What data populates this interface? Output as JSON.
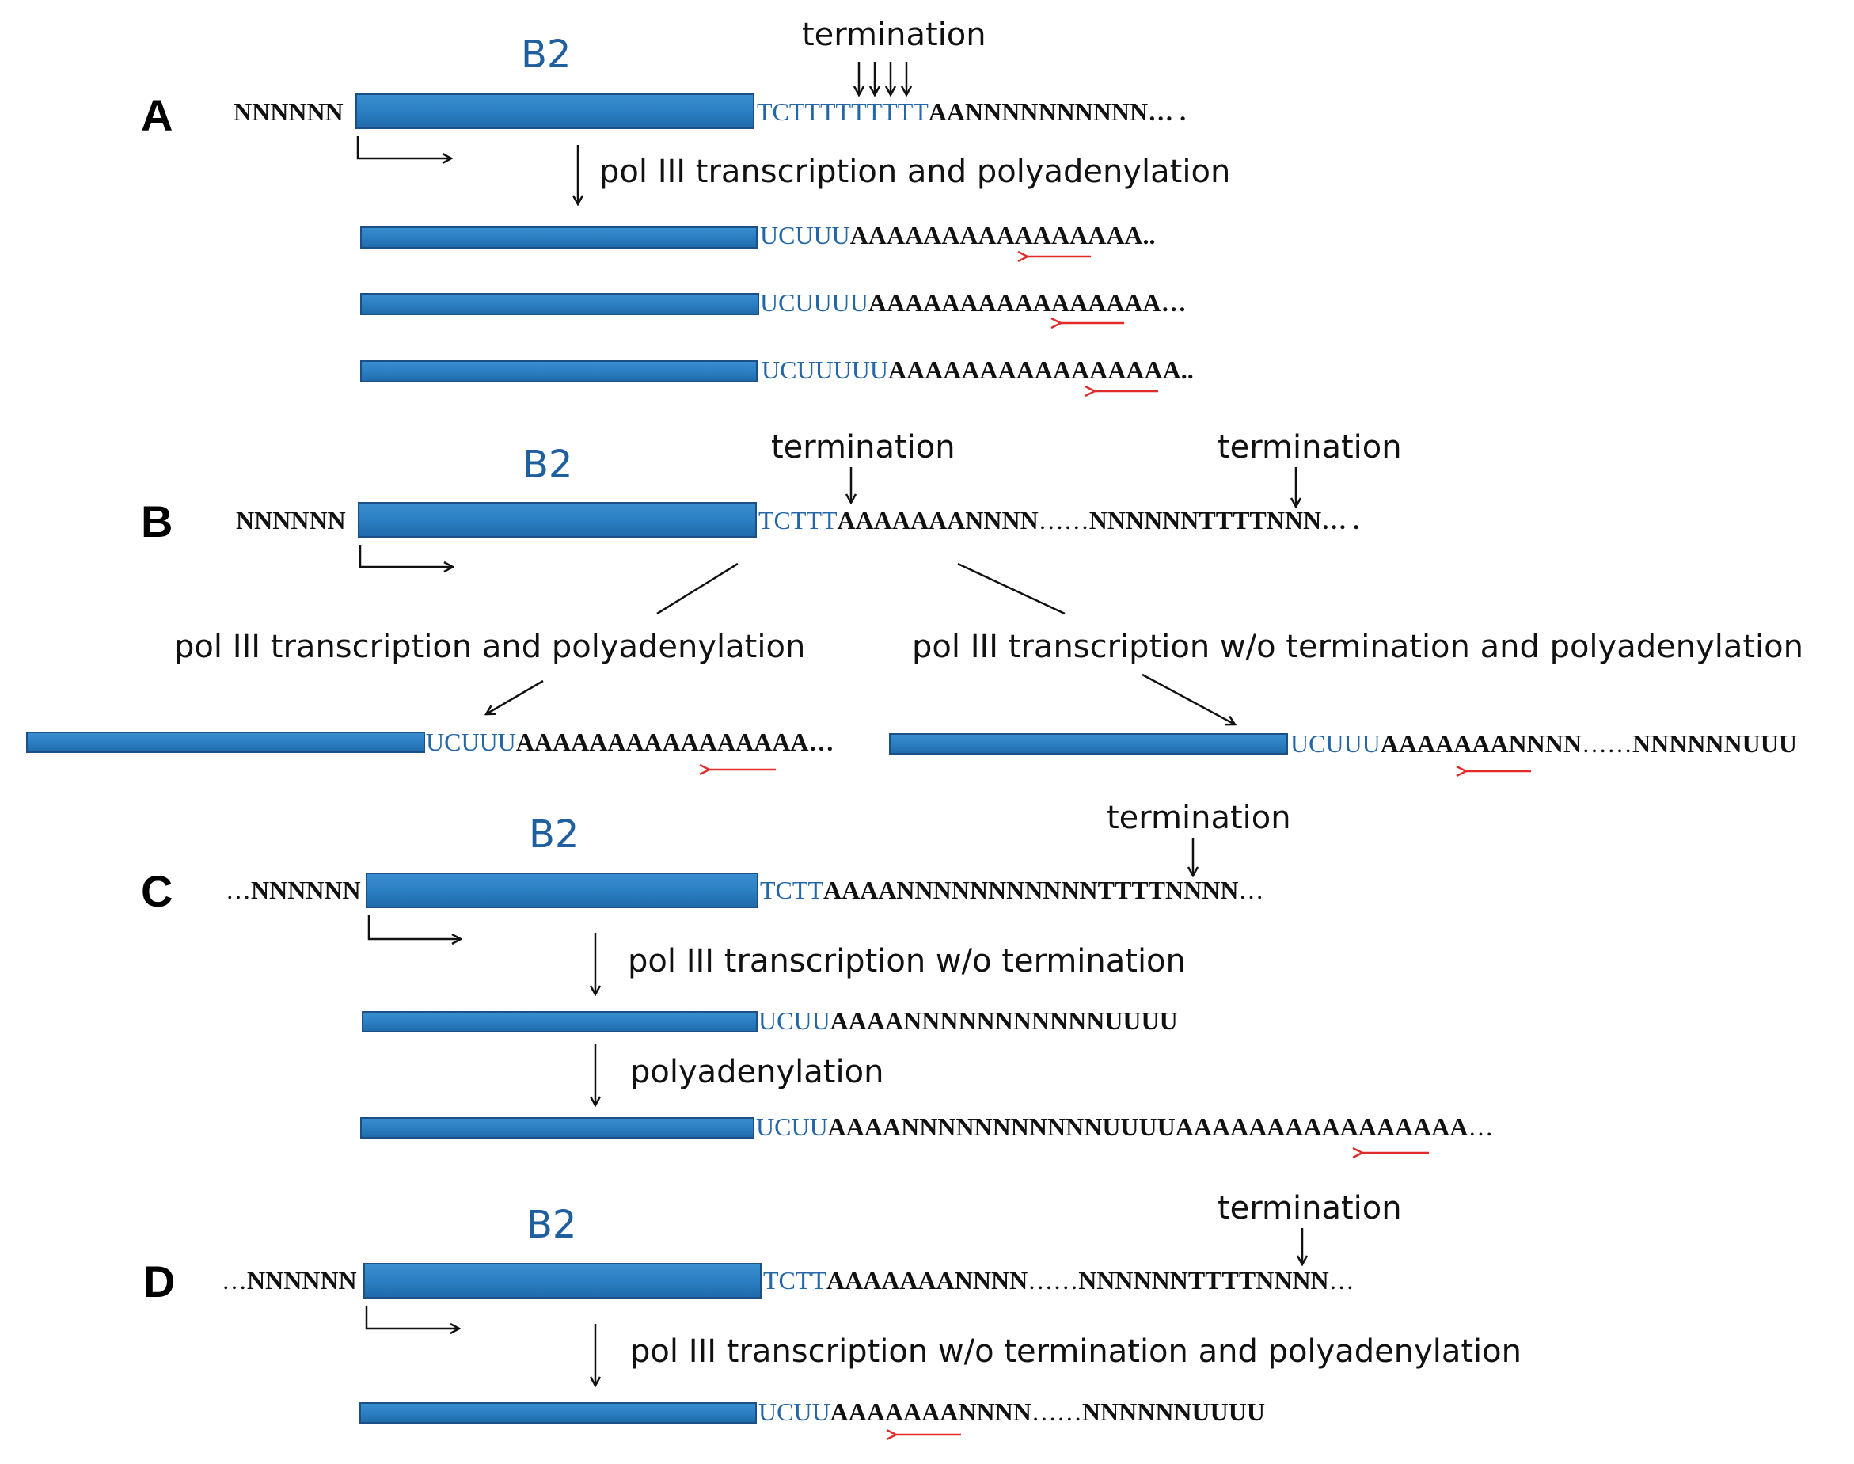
{
  "colors": {
    "element_bar": "#2b7fc3",
    "element_bar_edge": "#1b4f85",
    "blue_text": "#2466a6",
    "primer_arrow": "#e32b2b"
  },
  "element_label": "B2",
  "labels": {
    "termination": "termination",
    "pol3_polyA": "pol III transcription and polyadenylation",
    "pol3_no_term_polyA": "pol III transcription w/o termination and polyadenylation",
    "pol3_no_term": "pol III transcription w/o termination",
    "polyadenylation": "polyadenylation"
  },
  "panels": {
    "A": {
      "letter": "A",
      "genomic": {
        "left": "NNNNNN",
        "blue": "TCTTTTTTTTT",
        "right": "AANNNNNNNNNN",
        "tail": "… ."
      },
      "transcripts": [
        {
          "blue": "UCUUU",
          "black": "AAAAAAAAAAAAAAAA",
          "tail": ".."
        },
        {
          "blue": "UCUUUU",
          "black": "AAAAAAAAAAAAAAAA",
          "tail": "…"
        },
        {
          "blue": "UCUUUUU",
          "black": "AAAAAAAAAAAAAAAA",
          "tail": ".."
        }
      ]
    },
    "B": {
      "letter": "B",
      "genomic": {
        "left": "NNNNNN",
        "blue": "TCTTT",
        "right": "AAAAAAANNNN",
        "mid": "……",
        "far": "NNNNNNTTTTNNN",
        "tail": "… ."
      },
      "left_transcript": {
        "blue": "UCUUU",
        "black": "AAAAAAAAAAAAAAAA",
        "tail": "…"
      },
      "right_transcript": {
        "blue": "UCUUU",
        "black": "AAAAAAANNNN",
        "mid": "……",
        "far": "NNNNNNUUU"
      }
    },
    "C": {
      "letter": "C",
      "genomic": {
        "lead": "…",
        "left": "NNNNNN",
        "blue": "TCTT",
        "right": "AAAANNNNNNNNNNNTTTTNNNN",
        "tail": "…"
      },
      "transcript1": {
        "blue": "UCUU",
        "black": "AAAANNNNNNNNNNNUUUU"
      },
      "transcript2": {
        "blue": "UCUU",
        "black": "AAAANNNNNNNNNNNUUUUAAAAAAAAAAAAAAAA",
        "tail": "…"
      }
    },
    "D": {
      "letter": "D",
      "genomic": {
        "lead": "…",
        "left": "NNNNNN",
        "blue": "TCTT",
        "right": "AAAAAAANNNN",
        "mid": "……",
        "far": "NNNNNNTTTTNNNN",
        "tail": "…"
      },
      "transcript": {
        "blue": "UCUU",
        "black": "AAAAAAANNNN",
        "mid": "……",
        "far": "NNNNNNUUUU"
      }
    }
  }
}
